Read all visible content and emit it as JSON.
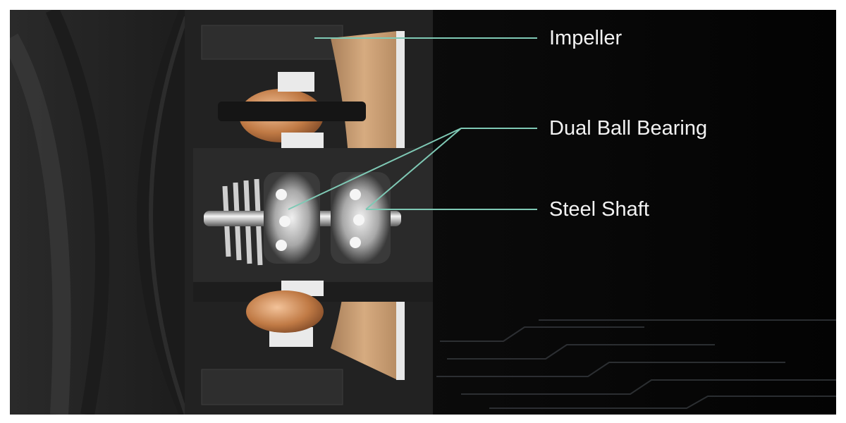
{
  "labels": {
    "impeller": "Impeller",
    "dual_ball_bearing": "Dual Ball Bearing",
    "steel_shaft": "Steel Shaft"
  },
  "colors": {
    "leader_line": "#7fc9b5",
    "label_text": "#f2f2f2",
    "background": "#050505",
    "housing": "#232323",
    "copper": "#c98a57",
    "insert": "#c69a6e",
    "steel": "#d8d8d8"
  }
}
